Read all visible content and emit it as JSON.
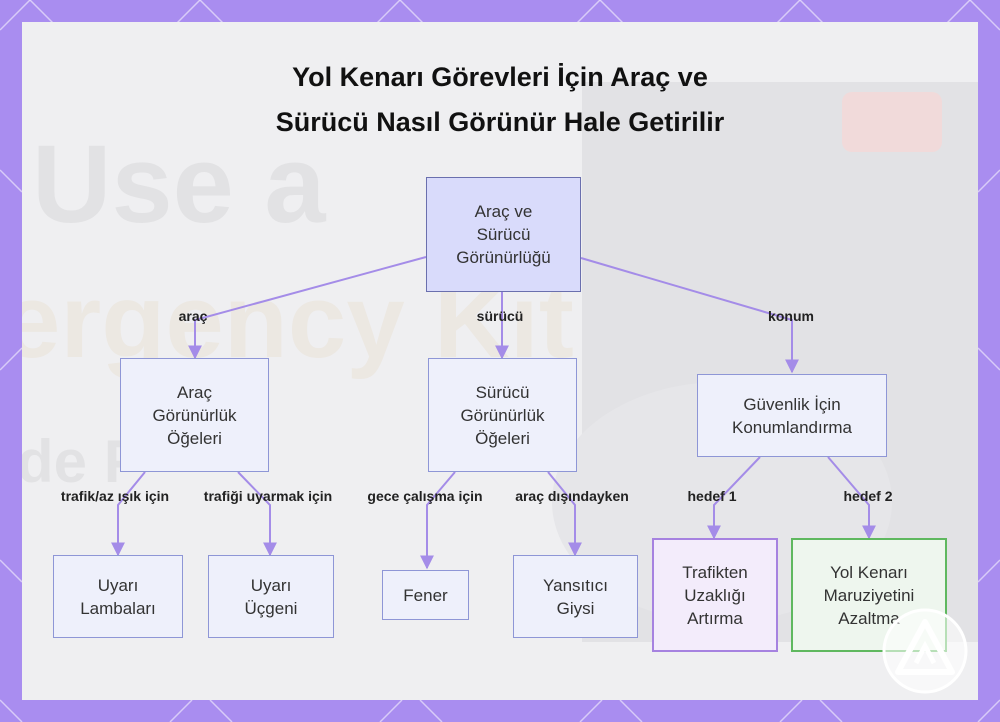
{
  "title": {
    "line1": "Yol Kenarı Görevleri İçin Araç ve",
    "line2": "Sürücü Nasıl Görünür Hale Getirilir"
  },
  "background_text": {
    "line1": "Use a",
    "line2": "ergency Kit",
    "line3": "de P"
  },
  "nodes": {
    "root": "Araç ve Sürücü Görünürlüğü",
    "vehicle": "Araç Görünürlük Öğeleri",
    "driver": "Sürücü Görünürlük Öğeleri",
    "position": "Güvenlik İçin Konumlandırma",
    "hazard_lights": "Uyarı Lambaları",
    "triangle": "Uyarı Üçgeni",
    "flashlight": "Fener",
    "vest": "Yansıtıcı Giysi",
    "distance": "Trafikten Uzaklığı Artırma",
    "exposure": "Yol Kenarı Maruziyetini Azaltma"
  },
  "edge_labels": {
    "vehicle": "araç",
    "driver": "sürücü",
    "position": "konum",
    "hazard_lights": "trafik/az ışık için",
    "triangle": "trafiği uyarmak için",
    "flashlight": "gece çalışma için",
    "vest": "araç dışındayken",
    "distance": "hedef 1",
    "exposure": "hedef 2"
  },
  "colors": {
    "frame": "#a98df0",
    "edge": "#a48ce8",
    "node_fill": "#eef0fb",
    "node_border": "#8e96d6",
    "root_fill": "#d9dbfb",
    "goal1_border": "#a682e0",
    "goal2_border": "#5fb85f"
  }
}
